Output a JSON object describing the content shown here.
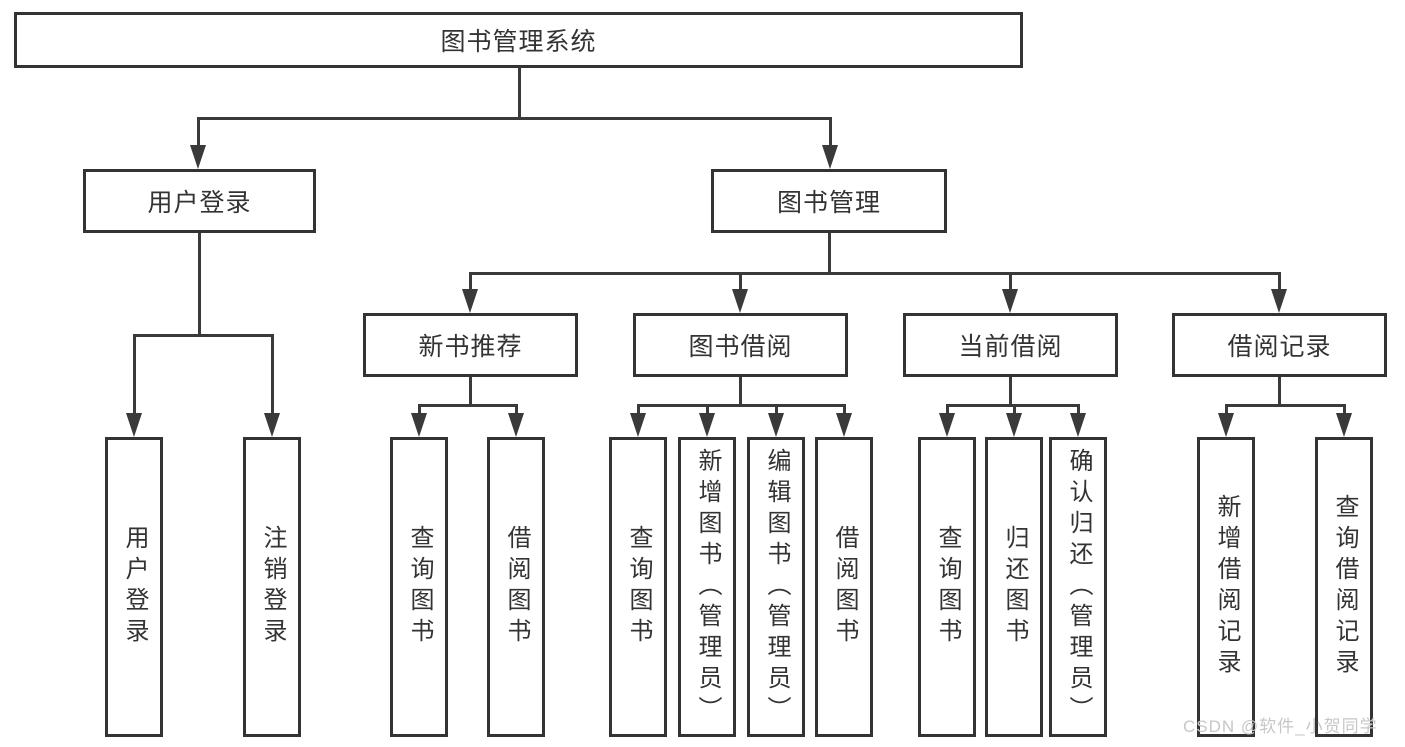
{
  "title": "图书管理系统",
  "watermark": "CSDN @软件_小贺同学",
  "colors": {
    "line": "#3a3a3a",
    "border": "#333333",
    "text": "#333333",
    "box_bg": "#ffffff",
    "background": "#ffffff",
    "watermark": "#c9c6c6"
  },
  "level2": [
    "用户登录",
    "图书管理"
  ],
  "level3": [
    "新书推荐",
    "图书借阅",
    "当前借阅",
    "借阅记录"
  ],
  "leaves": {
    "user_login": [
      "用户登录",
      "注销登录"
    ],
    "new_book": [
      "查询图书",
      "借阅图书"
    ],
    "book_borrow": [
      "查询图书",
      "新增图书（管理员）",
      "编辑图书（管理员）",
      "借阅图书"
    ],
    "current_borrow": [
      "查询图书",
      "归还图书",
      "确认归还（管理员）"
    ],
    "borrow_record": [
      "新增借阅记录",
      "查询借阅记录"
    ]
  }
}
